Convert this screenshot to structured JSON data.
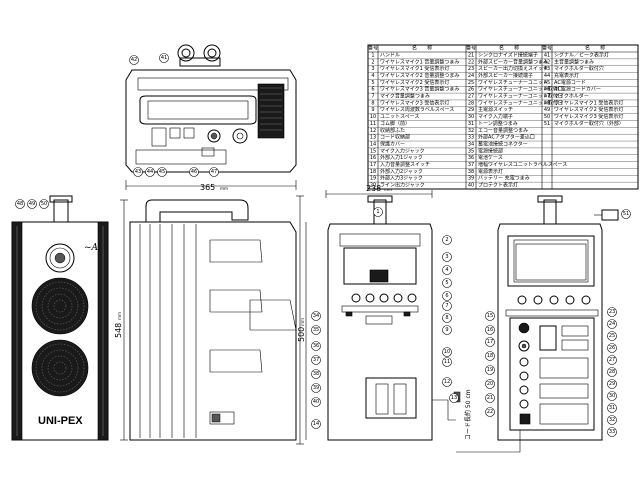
{
  "brand": "UNI-PEX",
  "dimensions": {
    "top_width": "365",
    "top_width_unit": "ｍｍ",
    "side_depth": "238",
    "side_depth_unit": "ｍｍ",
    "front_height": "548",
    "front_height_unit": "ｍｍ",
    "inner_height": "500",
    "inner_height_unit": "ｍｍ",
    "cord_length": "コード長約 50 cm"
  },
  "parts_table": {
    "header": {
      "no": "番号",
      "name": "名　　称"
    },
    "left": [
      {
        "no": "1",
        "name": "ハンドル"
      },
      {
        "no": "2",
        "name": "ワイヤレスマイク1 音量調整つまみ"
      },
      {
        "no": "3",
        "name": "ワイヤレスマイク1 受信表示灯"
      },
      {
        "no": "4",
        "name": "ワイヤレスマイク2 音量調整つまみ"
      },
      {
        "no": "5",
        "name": "ワイヤレスマイク2 受信表示灯"
      },
      {
        "no": "6",
        "name": "ワイヤレスマイク3 音量調整つまみ"
      },
      {
        "no": "7",
        "name": "マイク音量調整つまみ"
      },
      {
        "no": "8",
        "name": "ワイヤレスマイク3 受信表示灯"
      },
      {
        "no": "9",
        "name": "ワイヤレス周波数ラベルスペース"
      },
      {
        "no": "10",
        "name": "ユニットスペース"
      },
      {
        "no": "11",
        "name": "ゴム脚（前）"
      },
      {
        "no": "12",
        "name": "収納部ふた"
      },
      {
        "no": "13",
        "name": "コード収納部"
      },
      {
        "no": "14",
        "name": "保護カバー"
      },
      {
        "no": "15",
        "name": "マイク入力ジャック"
      },
      {
        "no": "16",
        "name": "外部入力1ジャック"
      },
      {
        "no": "17",
        "name": "入力音量調整スイッチ"
      },
      {
        "no": "18",
        "name": "外部入力2ジャック"
      },
      {
        "no": "19",
        "name": "外部入力3ジャック"
      },
      {
        "no": "20",
        "name": "ライン出力ジャック"
      }
    ],
    "mid": [
      {
        "no": "21",
        "name": "シンクロナイズド接続端子"
      },
      {
        "no": "22",
        "name": "外部スピーカー音量調整つまみ"
      },
      {
        "no": "23",
        "name": "スピーカー出力切換えスイッチ"
      },
      {
        "no": "24",
        "name": "外部スピーカー接続端子"
      },
      {
        "no": "25",
        "name": "ワイヤレスチューナーユニット"
      },
      {
        "no": "26",
        "name": "ワイヤレスチューナーユニット取付口"
      },
      {
        "no": "27",
        "name": "ワイヤレスチューナーユニット取付口"
      },
      {
        "no": "28",
        "name": "ワイヤレスチューナーユニット取付口"
      },
      {
        "no": "29",
        "name": "主電源スイッチ"
      },
      {
        "no": "30",
        "name": "マイク入力端子"
      },
      {
        "no": "31",
        "name": "トーン調整つまみ"
      },
      {
        "no": "32",
        "name": "エコー音量調整つまみ"
      },
      {
        "no": "33",
        "name": "外部ACアダプター差込口"
      },
      {
        "no": "34",
        "name": "蓄電池接続コネクター"
      },
      {
        "no": "35",
        "name": "電源接続部"
      },
      {
        "no": "36",
        "name": "電池ケース"
      },
      {
        "no": "37",
        "name": "増幅ワイヤレスユニットラベルスペース"
      },
      {
        "no": "38",
        "name": "電源表示灯"
      },
      {
        "no": "39",
        "name": "バッテリー 充電つまみ"
      },
      {
        "no": "40",
        "name": "プロテクト表示灯"
      }
    ],
    "right": [
      {
        "no": "41",
        "name": "シグナル／ピーク表示灯"
      },
      {
        "no": "42",
        "name": "主音量調整つまみ"
      },
      {
        "no": "43",
        "name": "マイクホルダー取付穴"
      },
      {
        "no": "44",
        "name": "充電表示灯"
      },
      {
        "no": "45",
        "name": "AC電源コード"
      },
      {
        "no": "46",
        "name": "AC電源コードカバー"
      },
      {
        "no": "47",
        "name": "マイクホルダー"
      },
      {
        "no": "48",
        "name": "ワイヤレスマイク1 受信表示灯"
      },
      {
        "no": "49",
        "name": "ワイヤレスマイク2 受信表示灯"
      },
      {
        "no": "50",
        "name": "ワイヤレスマイク3 受信表示灯"
      },
      {
        "no": "51",
        "name": "マイクホルダー取付穴（外部）"
      }
    ]
  },
  "callouts": [
    "1",
    "2",
    "3",
    "4",
    "5",
    "6",
    "7",
    "8",
    "9",
    "10",
    "11",
    "12",
    "13",
    "14",
    "15",
    "16",
    "17",
    "18",
    "19",
    "20",
    "21",
    "22",
    "23",
    "24",
    "25",
    "26",
    "27",
    "28",
    "29",
    "30",
    "31",
    "32",
    "33",
    "34",
    "35",
    "36",
    "37",
    "38",
    "39",
    "40",
    "41",
    "42",
    "43",
    "44",
    "45",
    "46",
    "47",
    "48",
    "49",
    "50",
    "51"
  ]
}
